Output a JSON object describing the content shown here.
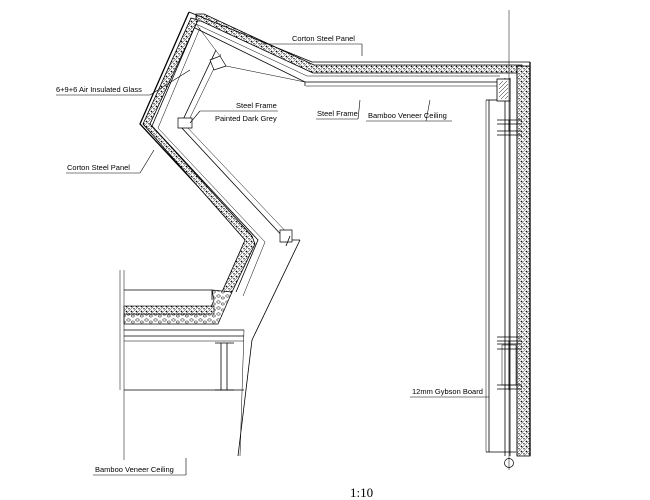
{
  "labels": {
    "corten_steel_panel_top": "Corton Steel Panel",
    "insulated_glass": "6+9+6 Air Insulated Glass",
    "steel_frame_painted_line1": "Steel Frame",
    "steel_frame_painted_line2": "Painted Dark Grey",
    "steel_frame": "Steel Frame",
    "bamboo_veneer_ceiling_top": "Bamboo Veneer Ceiling",
    "corten_steel_panel_left": "Corton Steel Panel",
    "gypsum_board": "12mm Gybson Board",
    "bamboo_veneer_ceiling_bottom": "Bamboo Veneer Ceiling"
  },
  "scale": "1:10"
}
